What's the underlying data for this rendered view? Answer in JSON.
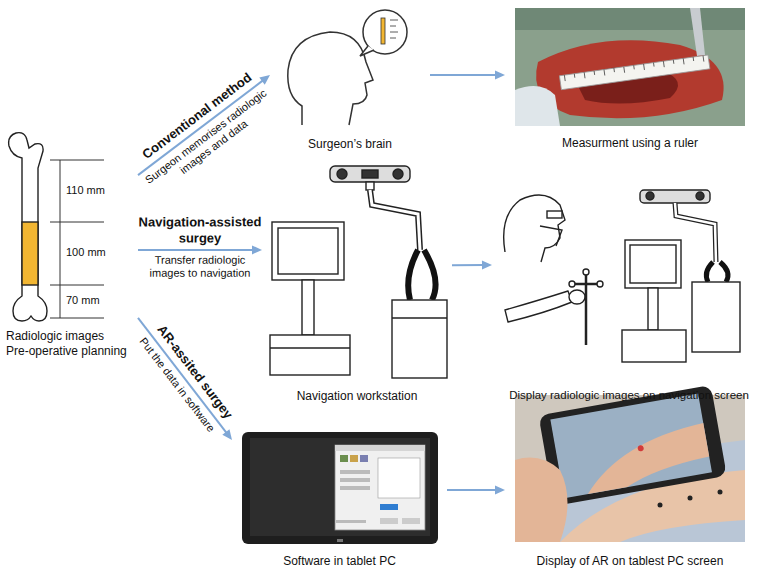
{
  "diagram": {
    "nodes": [
      {
        "text": [
          "Radiologic images",
          "Pre-operative planning"
        ]
      },
      {
        "text": [
          "Surgeon’s brain"
        ]
      },
      {
        "text": [
          "Measurment using a ruler"
        ]
      },
      {
        "text": [
          "Navigation workstation"
        ]
      },
      {
        "text": [
          "Display radiologic images on navigation screen"
        ]
      },
      {
        "text": [
          "Software in tablet PC"
        ]
      },
      {
        "text": [
          "Display of AR on tablest PC screen"
        ]
      }
    ],
    "edges": [
      {
        "from": 0,
        "to": 1,
        "arrow": "to",
        "label": "Conventional method"
      },
      {
        "from": 1,
        "to": 2,
        "arrow": "to"
      },
      {
        "from": 0,
        "to": 3,
        "arrow": "to",
        "label": "Navigation-assisted surgey"
      },
      {
        "from": 3,
        "to": 4,
        "arrow": "to"
      },
      {
        "from": 0,
        "to": 5,
        "arrow": "to",
        "label": "AR-assited surgey"
      },
      {
        "from": 5,
        "to": 6,
        "arrow": "to"
      }
    ],
    "labels": [
      "110 mm",
      "100 mm",
      "70 mm",
      "Surgeon memorises radiologic images and data",
      "Transfer radiologic images to navigation",
      "Put the data in software"
    ]
  }
}
